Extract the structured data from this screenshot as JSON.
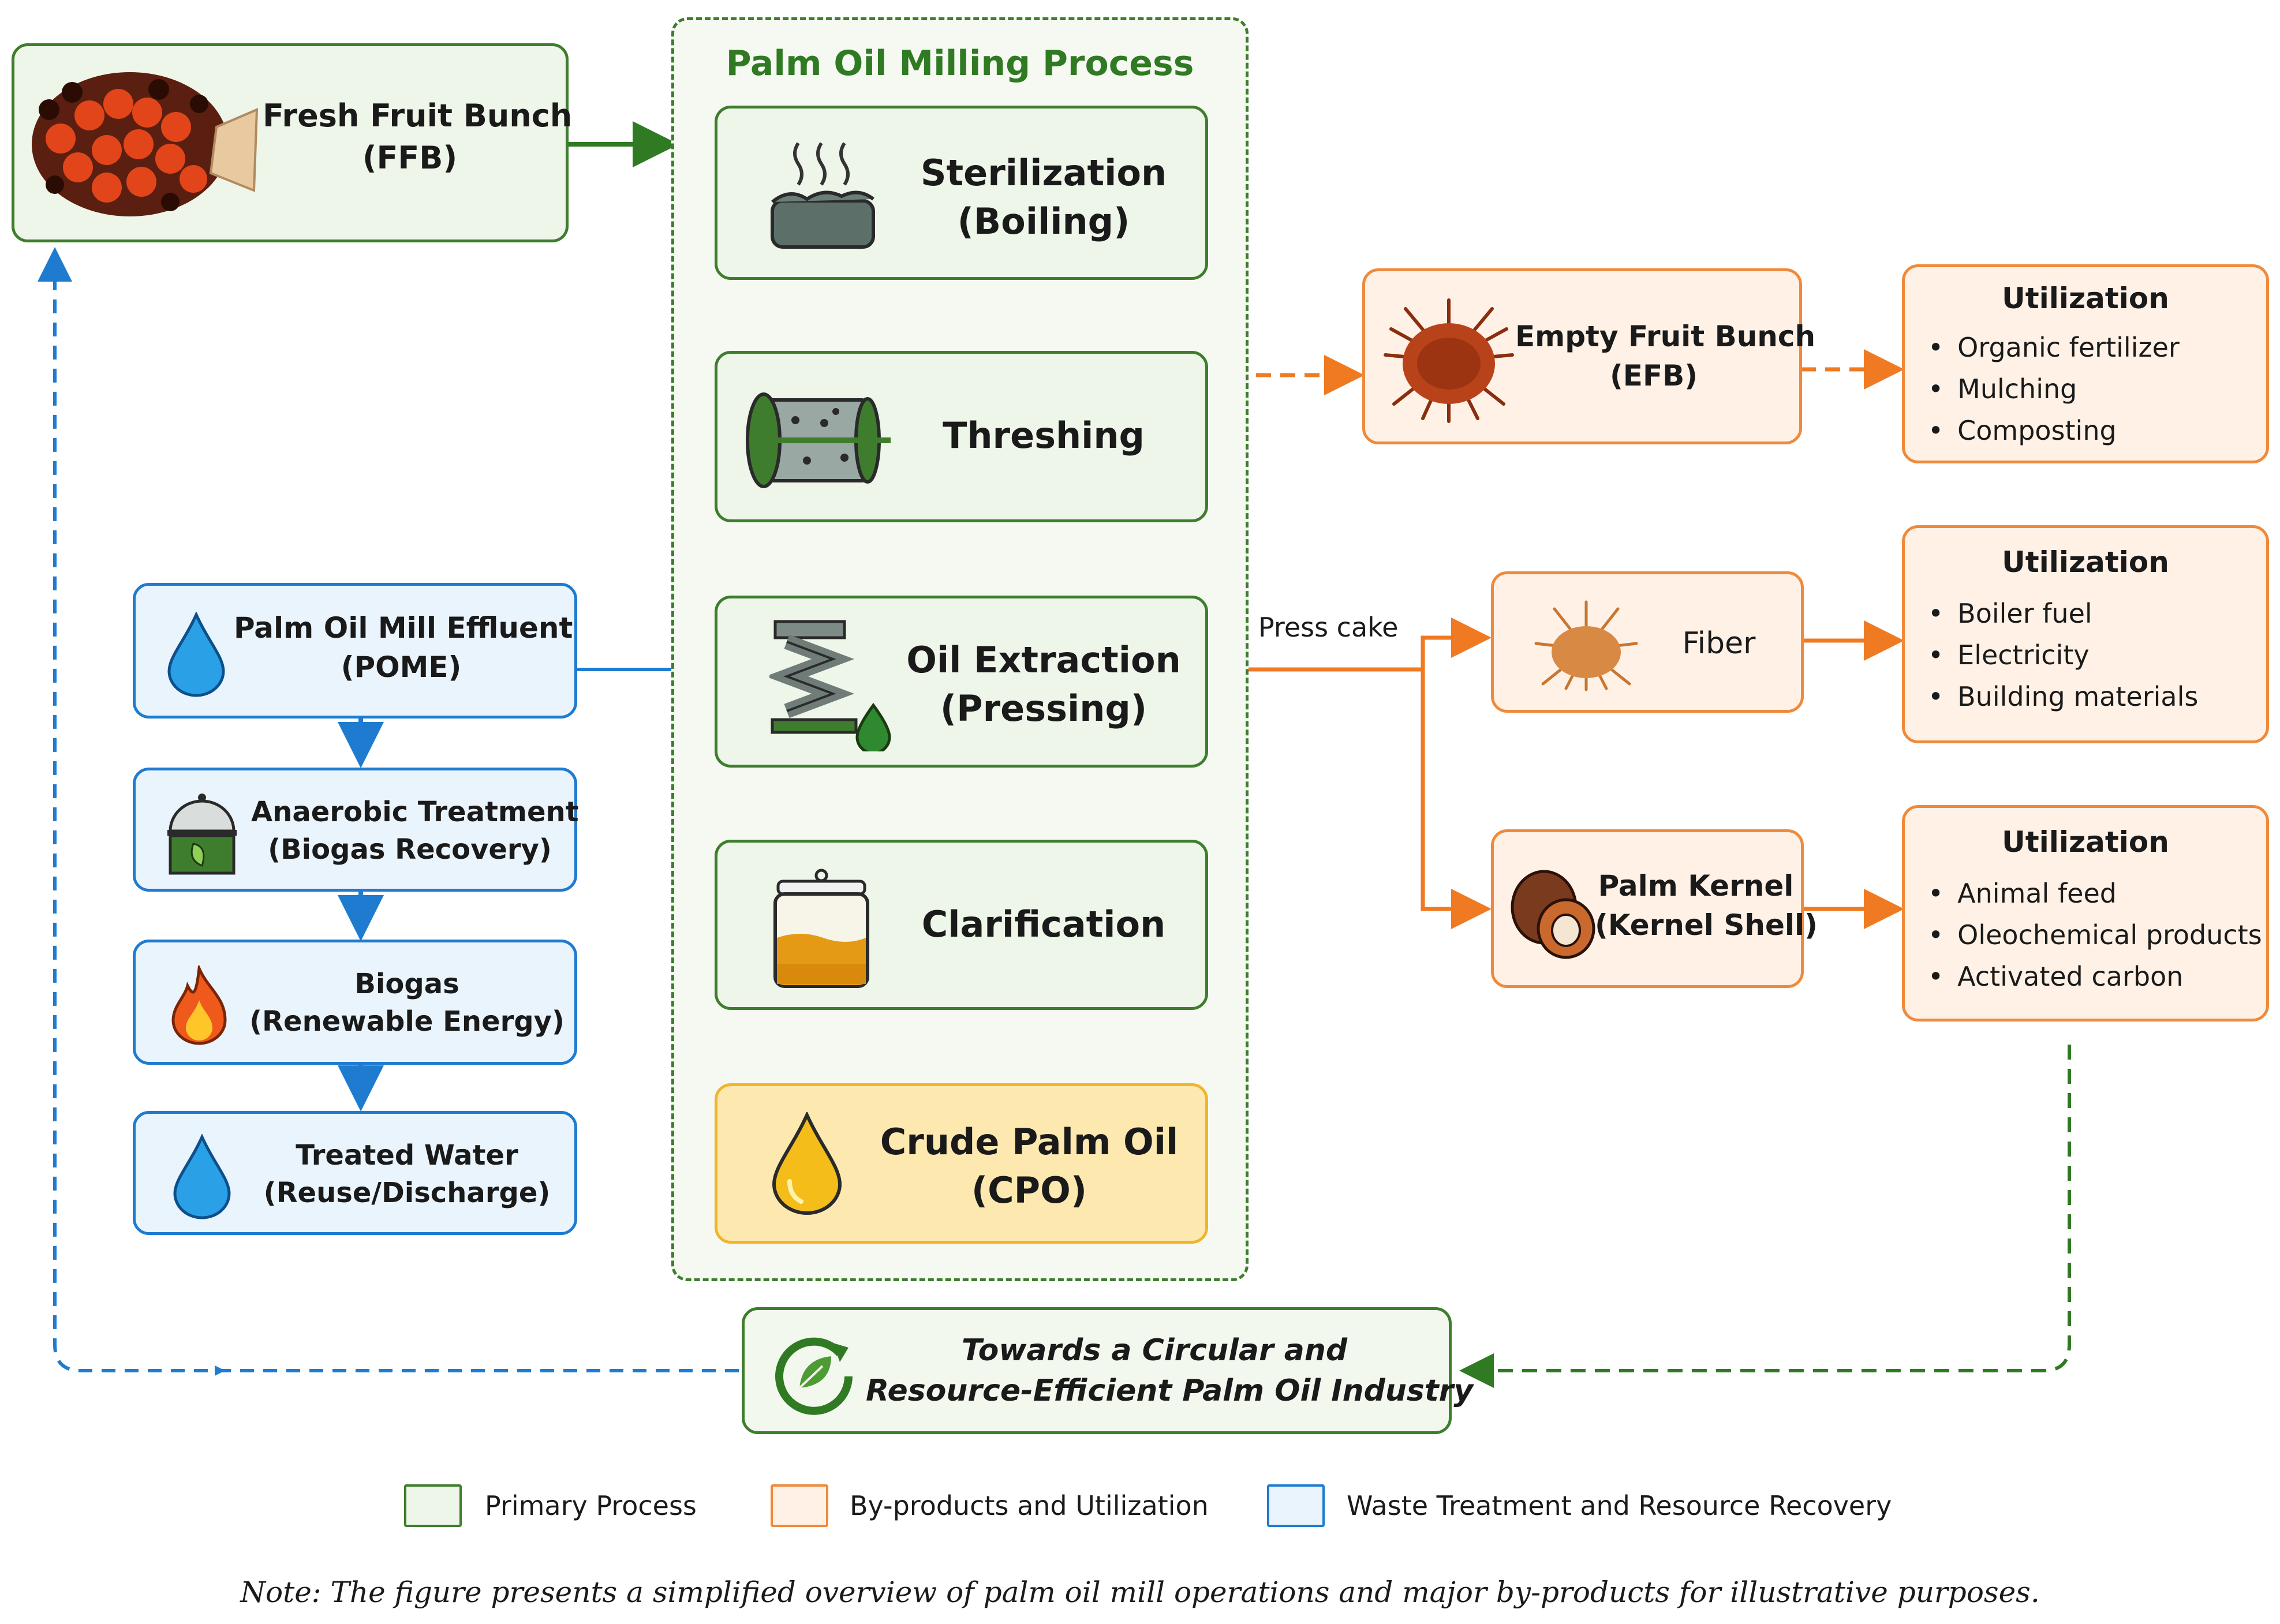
{
  "ffb": {
    "line1": "Fresh Fruit Bunch",
    "line2": "(FFB)"
  },
  "milling": {
    "title": "Palm Oil Milling Process",
    "steps": [
      {
        "line1": "Sterilization",
        "line2": "(Boiling)"
      },
      {
        "line1": "Threshing",
        "line2": ""
      },
      {
        "line1": "Oil Extraction",
        "line2": "(Pressing)"
      },
      {
        "line1": "Clarification",
        "line2": ""
      },
      {
        "line1": "Crude Palm Oil",
        "line2": "(CPO)"
      }
    ]
  },
  "waste": [
    {
      "line1": "Palm Oil Mill Effluent",
      "line2": "(POME)"
    },
    {
      "line1": "Anaerobic Treatment",
      "line2": "(Biogas Recovery)"
    },
    {
      "line1": "Biogas",
      "line2": "(Renewable Energy)"
    },
    {
      "line1": "Treated Water",
      "line2": "(Reuse/Discharge)"
    }
  ],
  "byproducts": [
    {
      "line1": "Empty Fruit Bunch",
      "line2": "(EFB)"
    },
    {
      "line1": "Fiber",
      "line2": ""
    },
    {
      "line1": "Palm Kernel",
      "line2": "(Kernel Shell)"
    }
  ],
  "press_cake_label": "Press cake",
  "utilization": [
    {
      "title": "Utilization",
      "items": [
        "Organic fertilizer",
        "Mulching",
        "Composting"
      ]
    },
    {
      "title": "Utilization",
      "items": [
        "Boiler fuel",
        "Electricity",
        "Building materials"
      ]
    },
    {
      "title": "Utilization",
      "items": [
        "Animal feed",
        "Oleochemical products",
        "Activated carbon"
      ]
    }
  ],
  "circular": {
    "line1": "Towards a Circular and",
    "line2": "Resource-Efficient Palm Oil Industry"
  },
  "legend": [
    {
      "label": "Primary Process",
      "color": "#3f7d2e"
    },
    {
      "label": "By-products and Utilization",
      "color": "#ef8a3c"
    },
    {
      "label": "Waste Treatment and Resource Recovery",
      "color": "#1e7bd0"
    }
  ],
  "note": "Note: The figure presents a simplified overview of palm oil mill operations and major by-products for illustrative purposes."
}
